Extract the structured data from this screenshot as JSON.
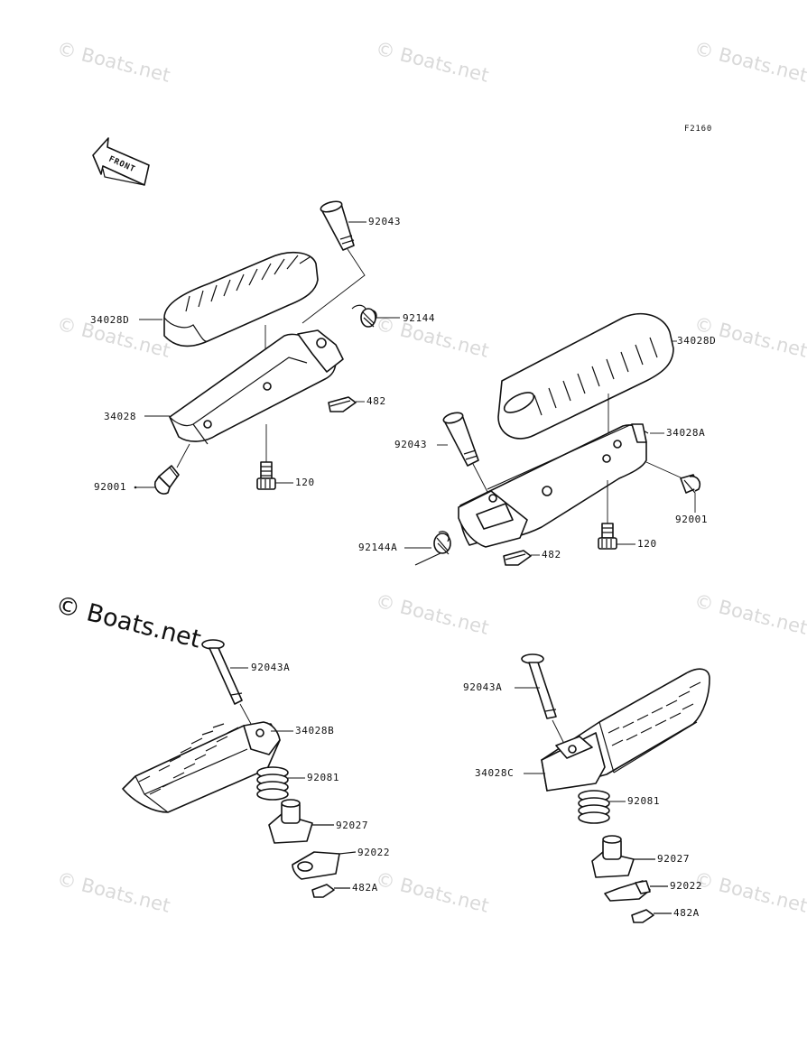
{
  "watermark": {
    "text": "© Boats.net"
  },
  "figure_code": "F2160",
  "front_arrow": {
    "label": "FRONT"
  },
  "labels": {
    "a_92043": "92043",
    "a_34028D": "34028D",
    "a_92144": "92144",
    "a_34028": "34028",
    "a_482": "482",
    "a_92001": "92001",
    "a_120": "120",
    "b_34028D": "34028D",
    "b_92043": "92043",
    "b_34028A": "34028A",
    "b_92001": "92001",
    "b_92144A": "92144A",
    "b_482": "482",
    "b_120": "120",
    "c_92043A": "92043A",
    "c_34028B": "34028B",
    "c_92081": "92081",
    "c_92027": "92027",
    "c_92022": "92022",
    "c_482A": "482A",
    "d_92043A": "92043A",
    "d_34028C": "34028C",
    "d_92081": "92081",
    "d_92027": "92027",
    "d_92022": "92022",
    "d_482A": "482A"
  }
}
